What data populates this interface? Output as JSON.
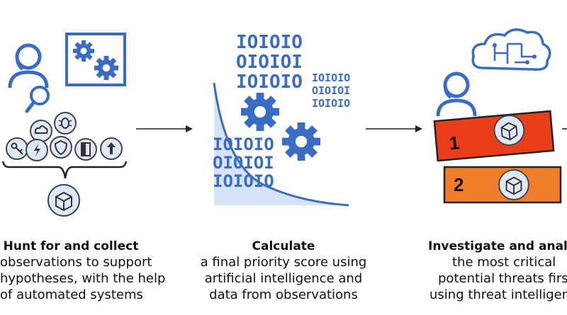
{
  "steps": [
    {
      "title": "Hunt for and collect",
      "lines": [
        "observations to support",
        "hypotheses, with the help",
        "of automated systems"
      ]
    },
    {
      "title": "Calculate",
      "lines": [
        "a final priority score using",
        "artificial intelligence and",
        "data from observations"
      ]
    },
    {
      "title": "Investigate and analyze",
      "lines": [
        "the most critical",
        "potential threats first",
        "using threat intelligence"
      ]
    }
  ],
  "binary": {
    "large": [
      "IOIOIO",
      "OIOIOI",
      "IOIOIO"
    ],
    "small": [
      "IOIOIO",
      "OIOIOI",
      "IOIOIO"
    ],
    "lower": [
      "IOIOIO",
      "OIOIOI",
      "IOIOIO"
    ]
  },
  "threat_ranks": [
    "1",
    "2"
  ],
  "colors": {
    "blue": "#3a6cc4",
    "light_blue": "#d6e2f5",
    "rank1": "#ea3e1a",
    "rank2": "#f07d2a",
    "icon_fill": "#dfe8f7"
  }
}
